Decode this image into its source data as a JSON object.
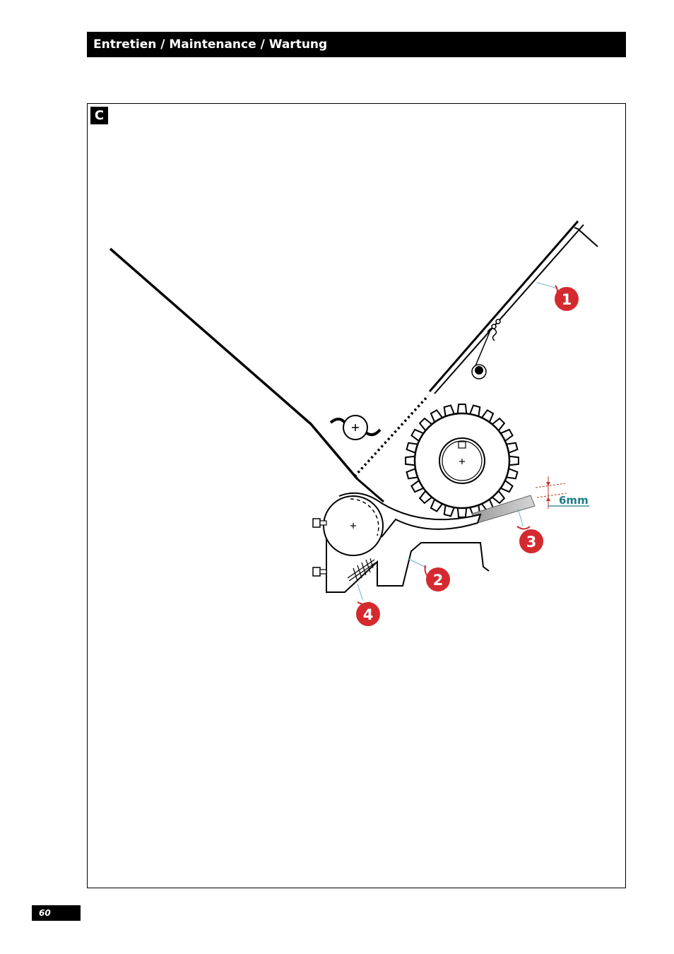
{
  "header": {
    "title": "Entretien / Maintenance / Wartung"
  },
  "figure": {
    "label": "C",
    "dimension_label": "6mm",
    "callouts": [
      "1",
      "2",
      "3",
      "4"
    ],
    "callout_color": "#d42a2f",
    "dimension_color": "#1f7c88"
  },
  "footer": {
    "page_number": "60"
  }
}
